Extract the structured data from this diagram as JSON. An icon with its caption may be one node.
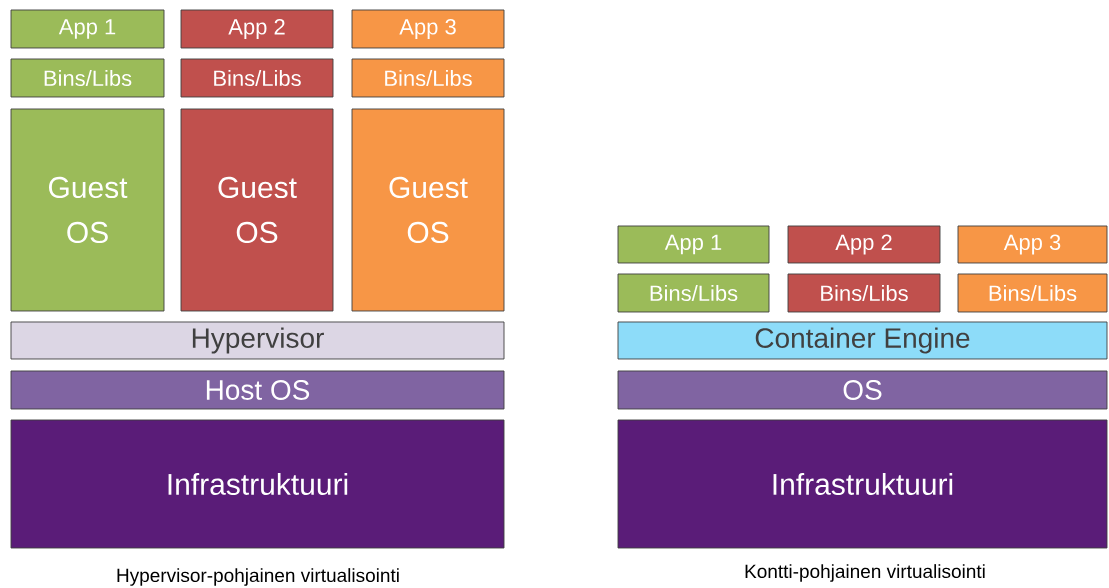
{
  "diagram": {
    "nodes": [
      {
        "text": [
          "App 1"
        ]
      },
      {
        "text": [
          "App 2"
        ]
      },
      {
        "text": [
          "App 3"
        ]
      },
      {
        "text": [
          "Bins/Libs"
        ]
      },
      {
        "text": [
          "Bins/Libs"
        ]
      },
      {
        "text": [
          "Bins/Libs"
        ]
      },
      {
        "text": [
          "Guest OS"
        ]
      },
      {
        "text": [
          "Guest OS"
        ]
      },
      {
        "text": [
          "Guest OS"
        ]
      },
      {
        "text": [
          "Hypervisor"
        ]
      },
      {
        "text": [
          "Host OS"
        ]
      },
      {
        "text": [
          "Infrastruktuuri"
        ]
      },
      {
        "text": [
          "App 1"
        ]
      },
      {
        "text": [
          "App 2"
        ]
      },
      {
        "text": [
          "App 3"
        ]
      },
      {
        "text": [
          "Bins/Libs"
        ]
      },
      {
        "text": [
          "Bins/Libs"
        ]
      },
      {
        "text": [
          "Bins/Libs"
        ]
      },
      {
        "text": [
          "Container Engine"
        ]
      },
      {
        "text": [
          "OS"
        ]
      },
      {
        "text": [
          "Infrastruktuuri"
        ]
      }
    ],
    "labels": [
      "Hypervisor-pohjainen virtualisointi",
      "Kontti-pohjainen virtualisointi"
    ]
  }
}
